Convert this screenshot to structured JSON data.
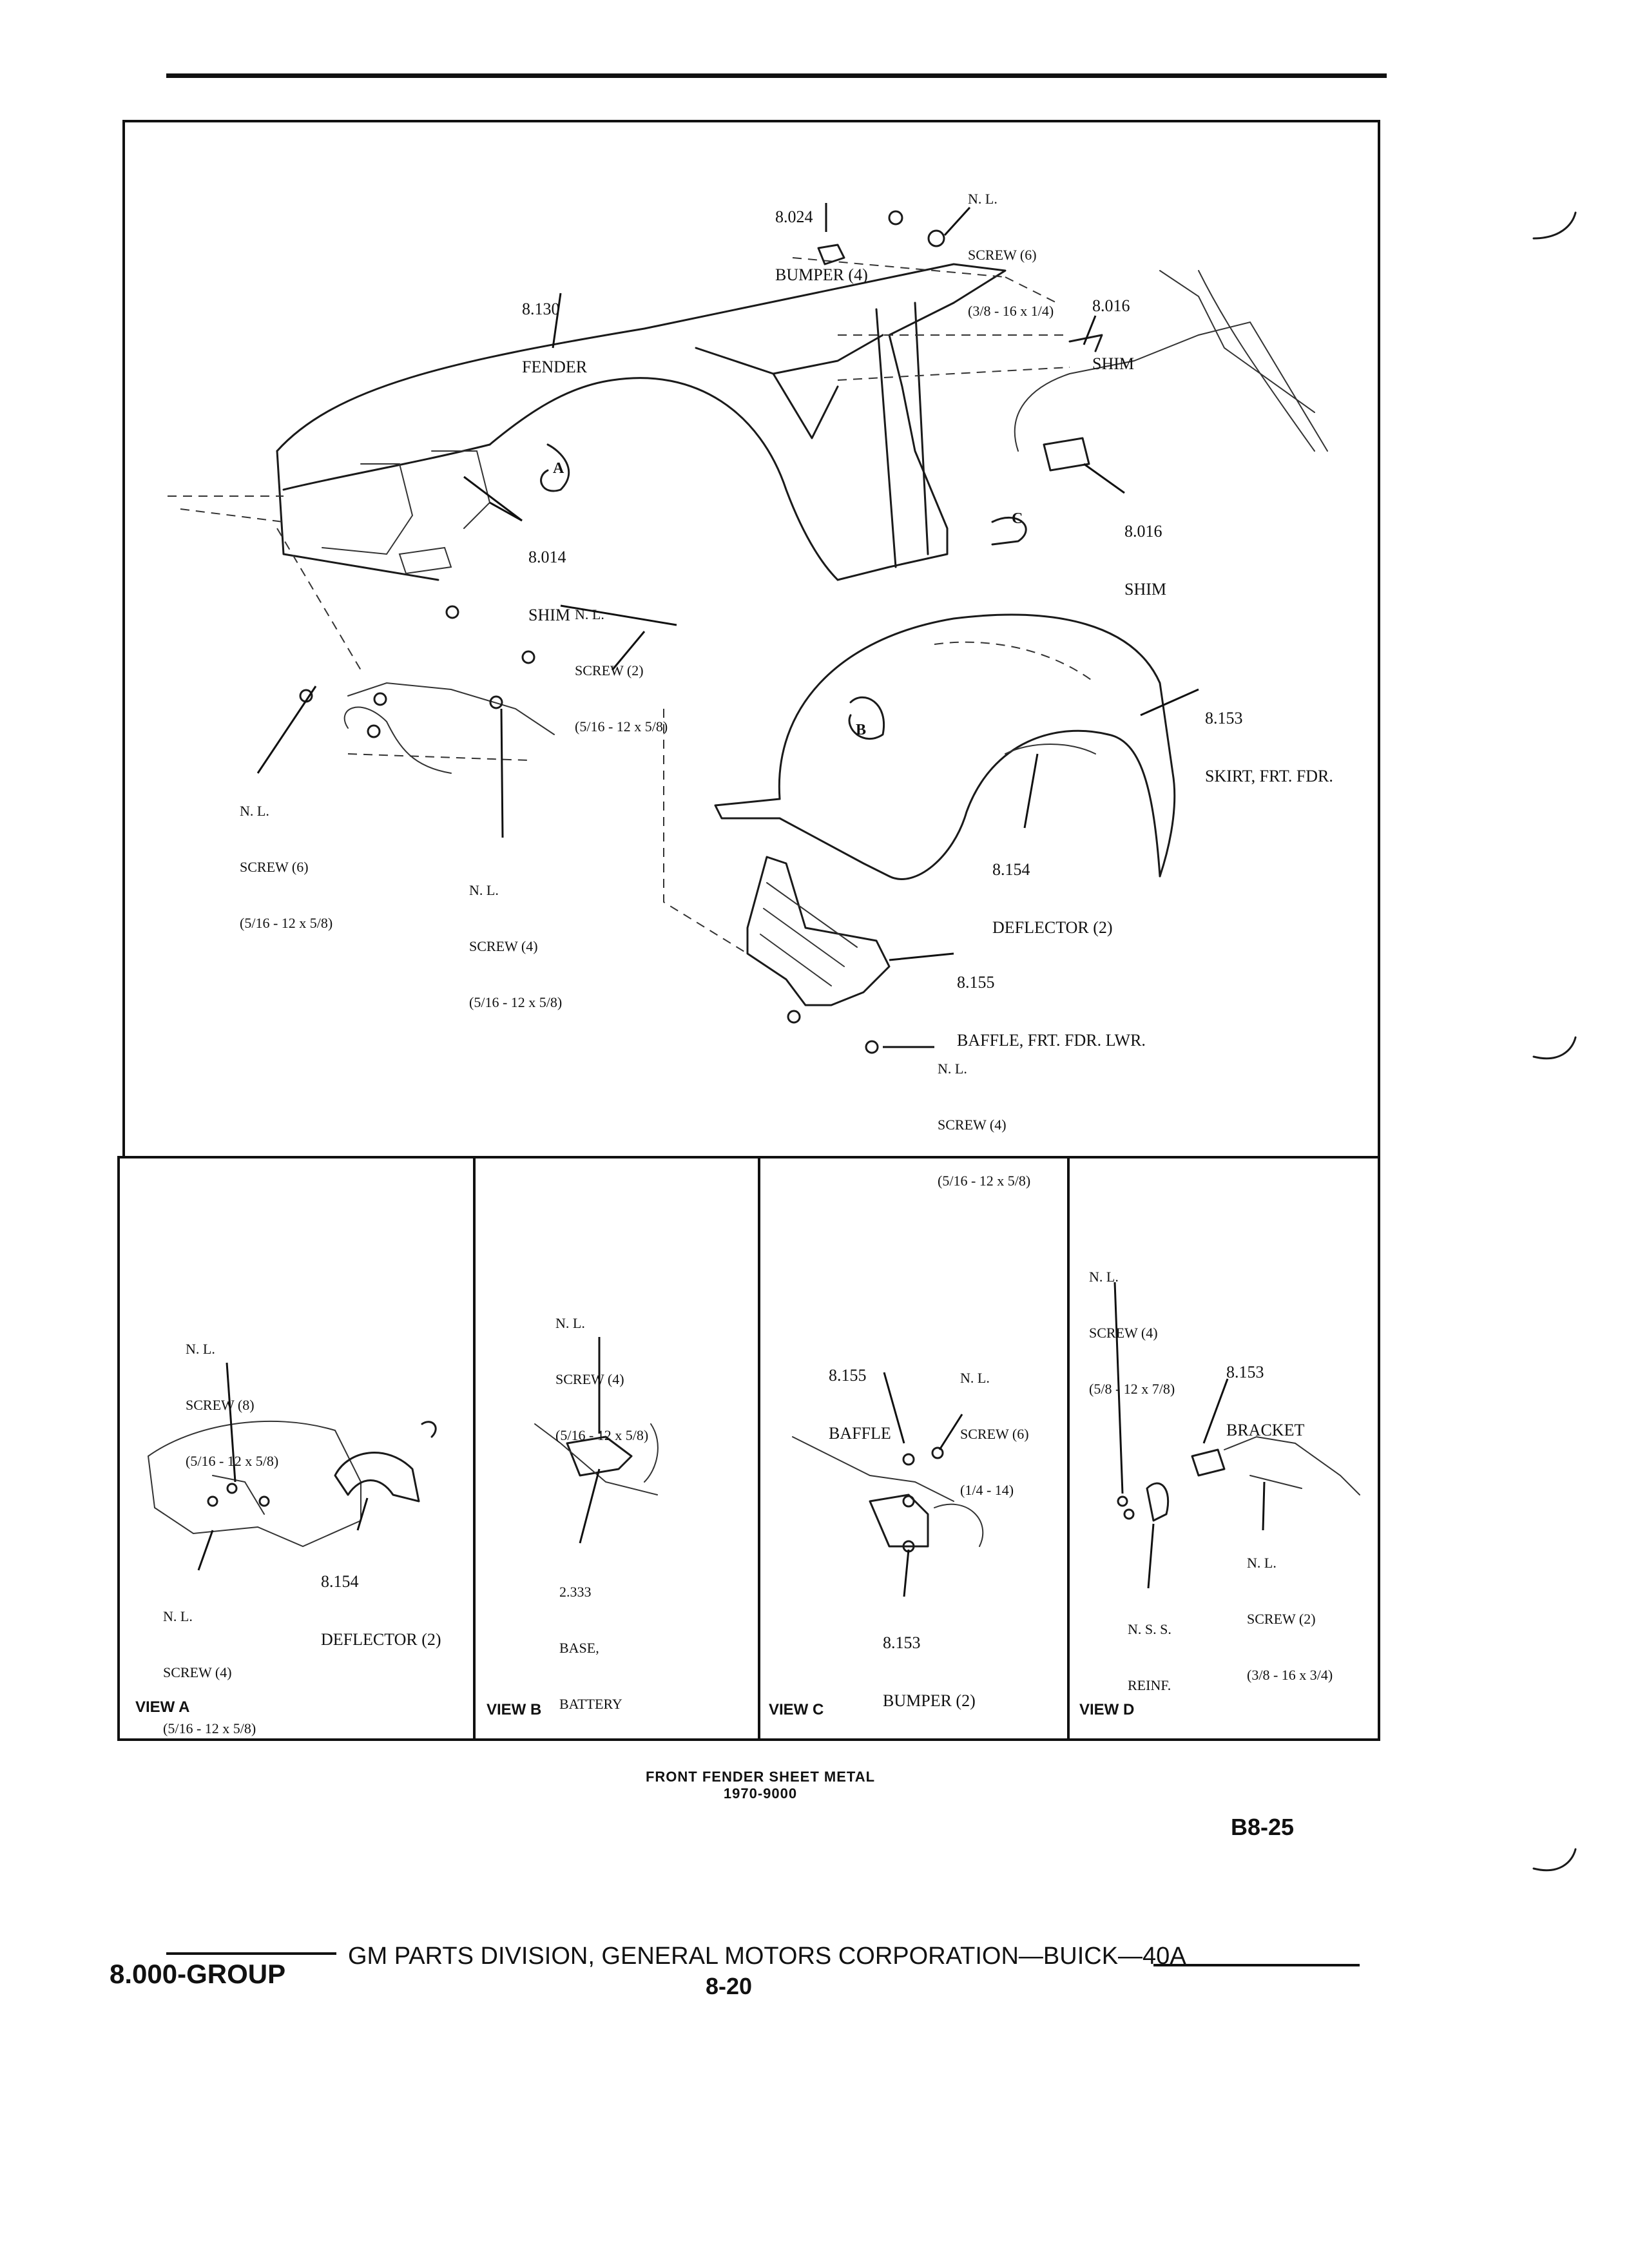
{
  "main": {
    "callouts": {
      "bumper": {
        "num": "8.024",
        "name": "BUMPER (4)"
      },
      "screw_top": {
        "nl": "N. L.",
        "name": "SCREW (6)",
        "spec": "(3/8 - 16 x 1/4)"
      },
      "fender": {
        "num": "8.130",
        "name": "FENDER"
      },
      "shim_top": {
        "num": "8.016",
        "name": "SHIM"
      },
      "shim_right": {
        "num": "8.016",
        "name": "SHIM"
      },
      "shim_left": {
        "num": "8.014",
        "name": "SHIM"
      },
      "screw_2": {
        "nl": "N. L.",
        "name": "SCREW (2)",
        "spec": "(5/16 - 12 x 5/8)"
      },
      "screw_6": {
        "nl": "N. L.",
        "name": "SCREW (6)",
        "spec": "(5/16 - 12 x 5/8)"
      },
      "screw_4a": {
        "nl": "N. L.",
        "name": "SCREW (4)",
        "spec": "(5/16 - 12 x 5/8)"
      },
      "skirt": {
        "num": "8.153",
        "name": "SKIRT, FRT. FDR."
      },
      "deflector": {
        "num": "8.154",
        "name": "DEFLECTOR (2)"
      },
      "baffle": {
        "num": "8.155",
        "name": "BAFFLE, FRT. FDR. LWR."
      },
      "screw_4b": {
        "nl": "N. L.",
        "name": "SCREW (4)",
        "spec": "(5/16 - 12 x 5/8)"
      }
    },
    "view_markers": {
      "a": "A",
      "b": "B",
      "c": "C"
    }
  },
  "views": [
    {
      "label": "VIEW A",
      "callouts": {
        "screw_8": {
          "nl": "N. L.",
          "name": "SCREW (8)",
          "spec": "(5/16 - 12 x 5/8)"
        },
        "deflector": {
          "num": "8.154",
          "name": "DEFLECTOR (2)"
        },
        "screw_4": {
          "nl": "N. L.",
          "name": "SCREW (4)",
          "spec": "(5/16 - 12 x 5/8)"
        }
      }
    },
    {
      "label": "VIEW B",
      "callouts": {
        "screw_4": {
          "nl": "N. L.",
          "name": "SCREW (4)",
          "spec": "(5/16 - 12 x 5/8)"
        },
        "base": {
          "num": "2.333",
          "name": "BASE,",
          "name2": "BATTERY"
        }
      }
    },
    {
      "label": "VIEW C",
      "callouts": {
        "baffle": {
          "num": "8.155",
          "name": "BAFFLE"
        },
        "screw_6": {
          "nl": "N. L.",
          "name": "SCREW (6)",
          "spec": "(1/4 - 14)"
        },
        "bumper": {
          "num": "8.153",
          "name": "BUMPER (2)"
        }
      }
    },
    {
      "label": "VIEW D",
      "callouts": {
        "screw_4": {
          "nl": "N. L.",
          "name": "SCREW (4)",
          "spec": "(5/8 - 12 x 7/8)"
        },
        "bracket": {
          "num": "8.153",
          "name": "BRACKET"
        },
        "screw_2": {
          "nl": "N. L.",
          "name": "SCREW (2)",
          "spec": "(3/8 - 16 x 3/4)"
        },
        "reinf": {
          "num": "N. S. S.",
          "name": "REINF."
        }
      }
    }
  ],
  "caption": {
    "title": "FRONT FENDER SHEET METAL",
    "subtitle": "1970-9000"
  },
  "page_ref": "B8-25",
  "footer": {
    "group": "8.000-GROUP",
    "publisher": "GM PARTS DIVISION, GENERAL MOTORS CORPORATION—BUICK—40A",
    "page": "8-20"
  }
}
